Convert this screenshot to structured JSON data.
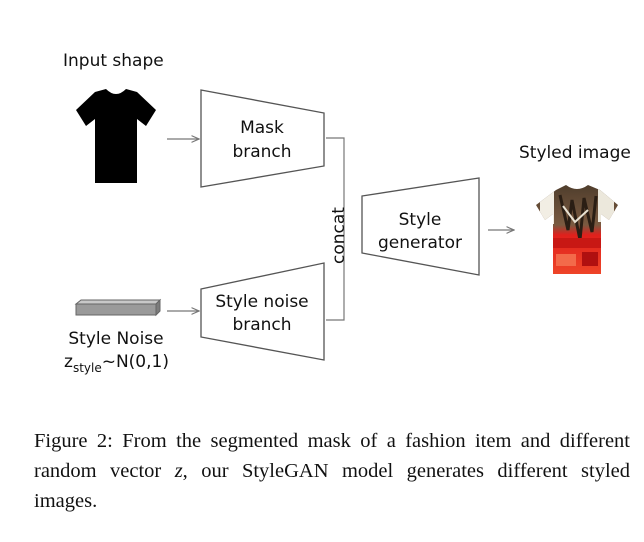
{
  "diagram": {
    "input_label": "Input shape",
    "mask_branch": [
      "Mask",
      "branch"
    ],
    "noise_branch": [
      "Style noise",
      "branch"
    ],
    "concat_label": "concat",
    "generator": [
      "Style",
      "generator"
    ],
    "output_label": "Styled image",
    "noise_title": "Style Noise",
    "noise_formula": {
      "z": "z",
      "subscript": "style",
      "rest": "~N(0,1)"
    }
  },
  "caption": {
    "before": "Figure 2: From the segmented mask of a fashion item and different random vector ",
    "var": "z",
    "after": ", our StyleGAN model generates different styled images."
  },
  "colors": {
    "shirt_black": "#000000",
    "styled_red": "#e0201c",
    "line_gray": "#777777"
  }
}
